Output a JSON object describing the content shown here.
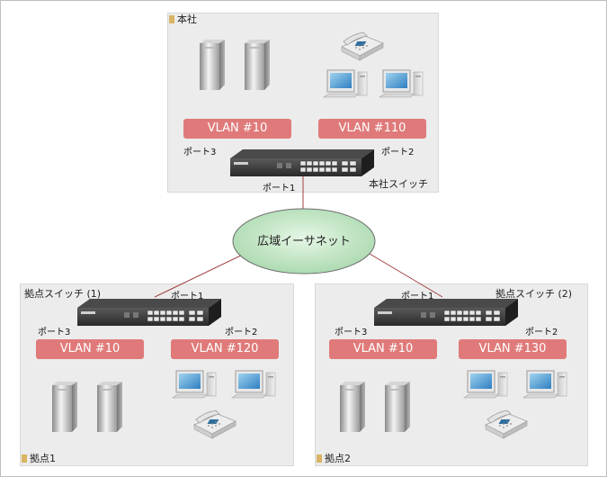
{
  "network": {
    "wan_label": "広域イーサネット",
    "hq": {
      "site_label": "本社",
      "switch_label": "本社スイッチ",
      "vlans": [
        "VLAN #10",
        "VLAN #110"
      ],
      "ports": {
        "p3": "ポート3",
        "p2": "ポート2",
        "p1": "ポート1"
      }
    },
    "branch1": {
      "site_label": "拠点1",
      "switch_label": "拠点スイッチ (1)",
      "vlans": [
        "VLAN #10",
        "VLAN #120"
      ],
      "ports": {
        "p1": "ポート1",
        "p3": "ポート3",
        "p2": "ポート2"
      }
    },
    "branch2": {
      "site_label": "拠点2",
      "switch_label": "拠点スイッチ (2)",
      "vlans": [
        "VLAN #10",
        "VLAN #130"
      ],
      "ports": {
        "p1": "ポート1",
        "p3": "ポート3",
        "p2": "ポート2"
      }
    },
    "colors": {
      "vlan_fill": "#e07a7a",
      "cloud_fill": "#c8e8c8",
      "link_color": "#a04040",
      "site_fill": "#ececec",
      "tag_color": "#d8b463"
    },
    "icons": [
      "server-icon",
      "desktop-pc-icon",
      "telephone-icon",
      "switch-icon",
      "cloud-icon"
    ]
  }
}
